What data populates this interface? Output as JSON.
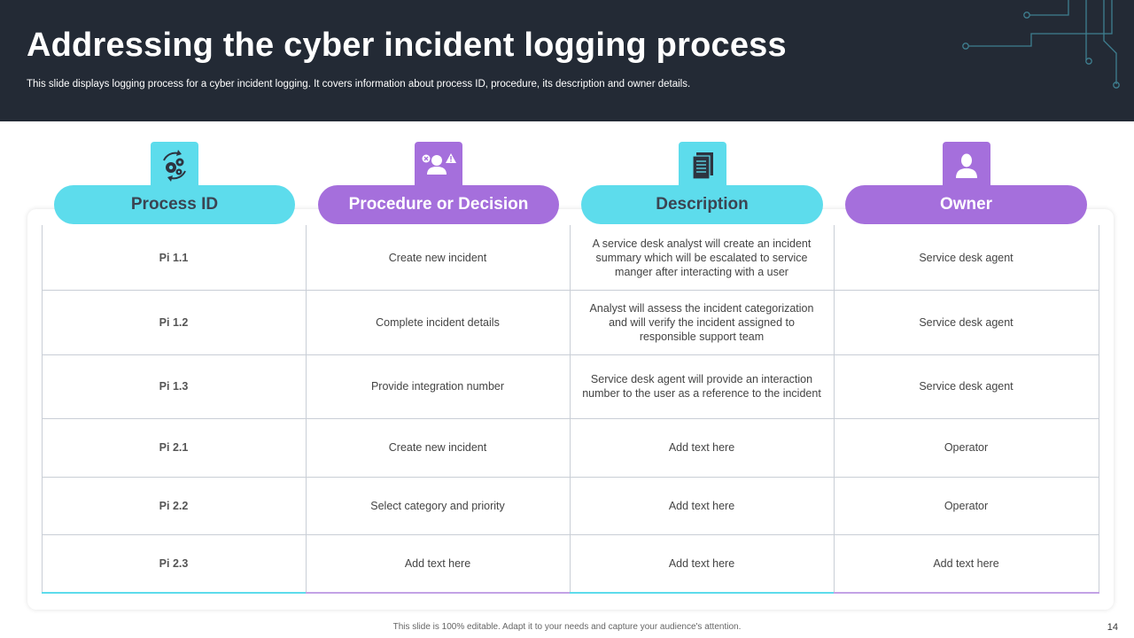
{
  "slide": {
    "title": "Addressing the cyber incident logging process",
    "subtitle": "This slide displays logging process for a cyber incident logging. It covers information about process ID, procedure, its description and owner details.",
    "footer": "This slide is 100% editable. Adapt it to your needs and capture your audience's attention.",
    "page_number": "14"
  },
  "columns": [
    {
      "label": "Process ID",
      "icon": "gears-cycle-icon",
      "color": "#5ddcec"
    },
    {
      "label": "Procedure or Decision",
      "icon": "user-alert-icon",
      "color": "#a56fdc"
    },
    {
      "label": "Description",
      "icon": "document-icon",
      "color": "#5ddcec"
    },
    {
      "label": "Owner",
      "icon": "person-icon",
      "color": "#a56fdc"
    }
  ],
  "rows": [
    {
      "id": "Pi 1.1",
      "procedure": "Create new incident",
      "description": "A service desk analyst will create an incident summary which will be escalated to service manger after interacting with a user",
      "owner": "Service desk agent"
    },
    {
      "id": "Pi 1.2",
      "procedure": "Complete incident details",
      "description": "Analyst will assess the incident categorization and will verify the incident assigned to responsible support team",
      "owner": "Service desk agent"
    },
    {
      "id": "Pi 1.3",
      "procedure": "Provide  integration number",
      "description": "Service desk agent will provide  an interaction number to the user as a reference  to the incident",
      "owner": "Service desk agent"
    },
    {
      "id": "Pi 2.1",
      "procedure": "Create new incident",
      "description": "Add text here",
      "owner": "Operator"
    },
    {
      "id": "Pi 2.2",
      "procedure": "Select category and priority",
      "description": "Add text here",
      "owner": "Operator"
    },
    {
      "id": "Pi 2.3",
      "procedure": "Add text here",
      "description": "Add text here",
      "owner": "Add text here"
    }
  ]
}
